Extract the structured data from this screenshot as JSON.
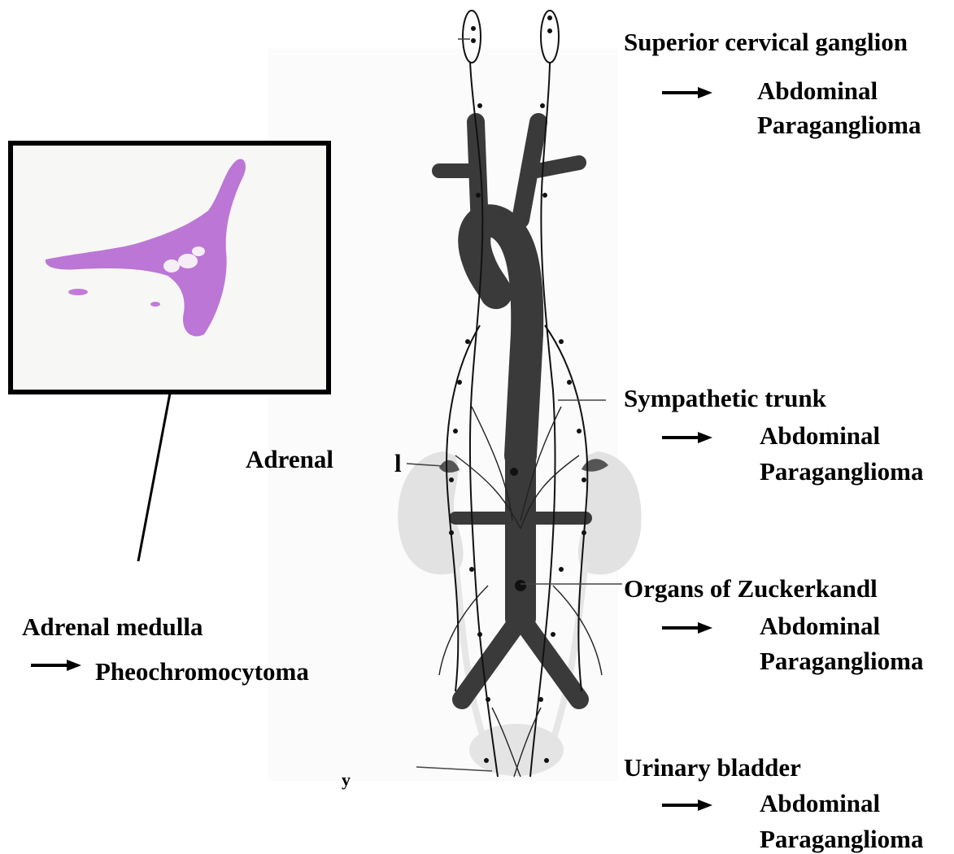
{
  "labels": {
    "superior_cervical": "Superior cervical ganglion",
    "sympathetic_trunk": "Sympathetic trunk",
    "adrenal": "Adrenal",
    "adrenal_fragment": "l",
    "zuckerkandl": "Organs of Zuckerkandl",
    "urinary_bladder": "Urinary bladder",
    "adrenal_medulla": "Adrenal medulla",
    "pheochromocytoma": "Pheochromocytoma",
    "stray_mark": "y"
  },
  "outcomes": {
    "abdominal": "Abdominal",
    "paraganglioma": "Paraganglioma"
  },
  "colors": {
    "vessel": "#3a3a3a",
    "organ_gray": "#e2e2e2",
    "stain_purple": "#b25fd0",
    "text": "#000000"
  }
}
